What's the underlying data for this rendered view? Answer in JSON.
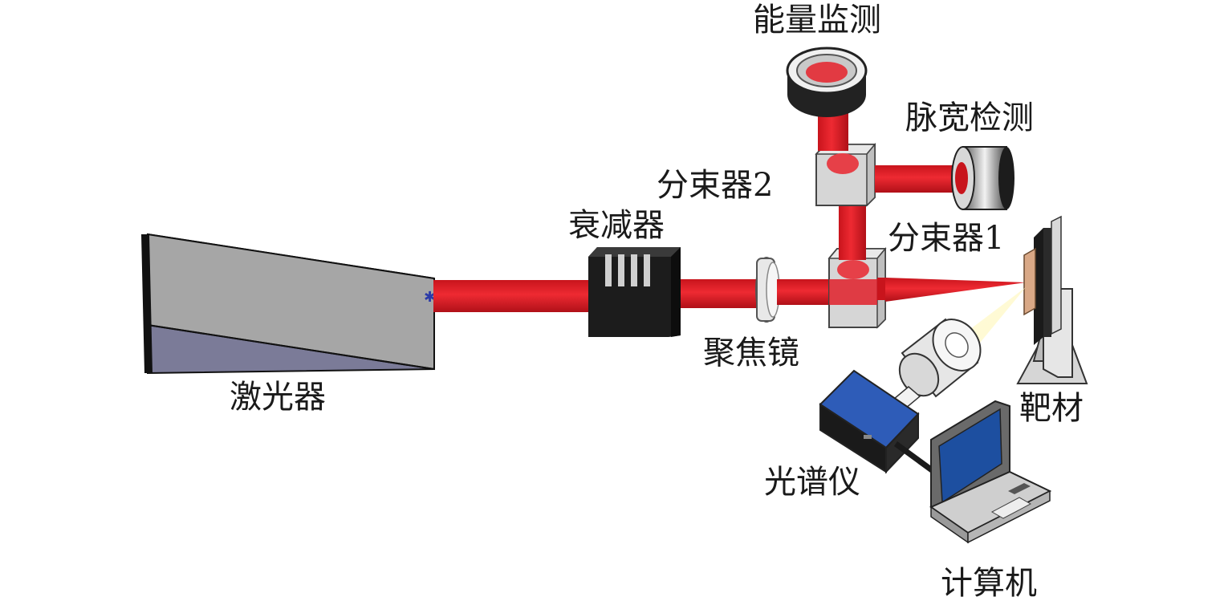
{
  "diagram": {
    "labels": {
      "laser": "激光器",
      "attenuator": "衰减器",
      "focusing_lens": "聚焦镜",
      "beam_splitter_1": "分束器1",
      "beam_splitter_2": "分束器2",
      "energy_monitor": "能量监测",
      "pulse_width_monitor": "脉宽检测",
      "target": "靶材",
      "spectrometer": "光谱仪",
      "computer": "计算机"
    }
  },
  "colors": {
    "beam": "#e0202a",
    "beam_dark": "#a8121a",
    "laser_top": "#a6a6a6",
    "laser_front": "#7b7b98",
    "attenuator": "#1c1c1c",
    "spectrometer_top": "#2e5cb8",
    "detector_ring": "#222222",
    "laptop_screen": "#1d4fa0",
    "plasma_glow": "#fff8c8"
  }
}
